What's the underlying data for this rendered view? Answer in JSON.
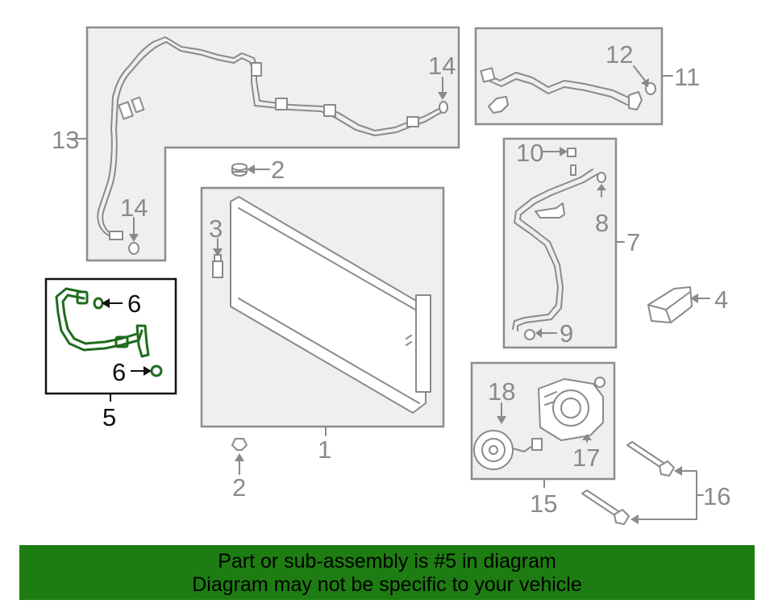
{
  "callouts": {
    "c1": "1",
    "c2a": "2",
    "c2b": "2",
    "c3": "3",
    "c4": "4",
    "c5": "5",
    "c6a": "6",
    "c6b": "6",
    "c7": "7",
    "c8": "8",
    "c9": "9",
    "c10": "10",
    "c11": "11",
    "c12": "12",
    "c13": "13",
    "c14a": "14",
    "c14b": "14",
    "c15": "15",
    "c16": "16",
    "c17": "17",
    "c18": "18"
  },
  "highlighted_part": "5",
  "colors": {
    "panel_fill": "#efefef",
    "part_stroke": "#8a8a8a",
    "highlight_stroke": "#1f6b1f",
    "banner_bg": "#1e7d12"
  },
  "banner": {
    "line1": "Part or sub-assembly is #5 in diagram",
    "line2": "Diagram may not be specific to your vehicle"
  }
}
